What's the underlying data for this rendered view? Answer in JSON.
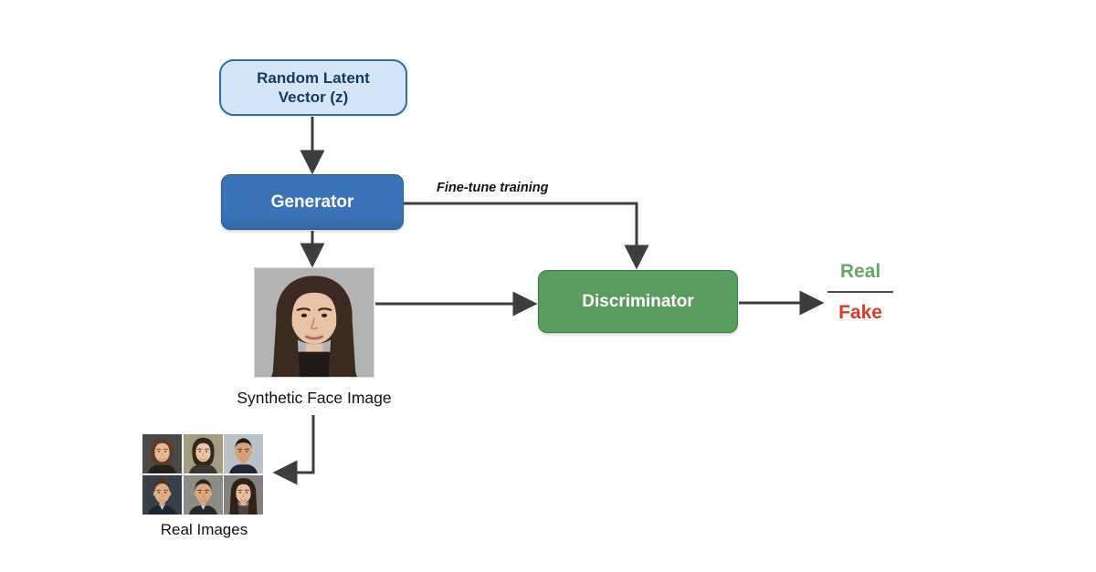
{
  "colors": {
    "latent-fill": "#d3e6f8",
    "latent-border": "#2f6ea8",
    "latent-text": "#17395e",
    "generator-fill": "#3b73b6",
    "generator-border": "#2b5a91",
    "discriminator-fill": "#5c9b5e",
    "discriminator-border": "#3f7a42",
    "box-text": "#ffffff",
    "arrow": "#3d3d3d",
    "real-text": "#68a768",
    "fake-text": "#dc3a28",
    "label-text": "#111111"
  },
  "nodes": {
    "latent": {
      "line1": "Random Latent",
      "line2": "Vector (z)"
    },
    "generator": {
      "label": "Generator"
    },
    "discriminator": {
      "label": "Discriminator"
    }
  },
  "edges": {
    "fine_tune_label": "Fine-tune training"
  },
  "outputs": {
    "real": "Real",
    "fake": "Fake"
  },
  "captions": {
    "synthetic": "Synthetic Face Image",
    "real_images": "Real Images"
  },
  "faces": {
    "synthetic": {
      "bg": "#b3b3b3",
      "hair": "#3b2a1f",
      "skin": "#eac3a6",
      "shirt": "#1f1b19",
      "style": "long",
      "smile": false,
      "collar": false
    },
    "real_grid": [
      {
        "bg": "#4a4946",
        "hair": "#5a3c28",
        "skin": "#e8b894",
        "shirt": "#23201e",
        "style": "bob",
        "smile": true,
        "collar": false
      },
      {
        "bg": "#a39c7f",
        "hair": "#33261d",
        "skin": "#ecc5a8",
        "shirt": "#3a3531",
        "style": "bob",
        "smile": true,
        "collar": false
      },
      {
        "bg": "#b9c2c9",
        "hair": "#241a14",
        "skin": "#d9a077",
        "shirt": "#1d2736",
        "style": "short",
        "smile": true,
        "collar": false
      },
      {
        "bg": "#39404b",
        "hair": "#4a3322",
        "skin": "#e3ad85",
        "shirt": "#20242c",
        "style": "short",
        "smile": true,
        "collar": true
      },
      {
        "bg": "#8b8d84",
        "hair": "#2e2118",
        "skin": "#dfa77e",
        "shirt": "#26272b",
        "style": "short",
        "smile": true,
        "collar": true
      },
      {
        "bg": "#85807b",
        "hair": "#2f2118",
        "skin": "#e9bd9d",
        "shirt": "#4a4442",
        "style": "long",
        "smile": true,
        "collar": false
      }
    ]
  }
}
